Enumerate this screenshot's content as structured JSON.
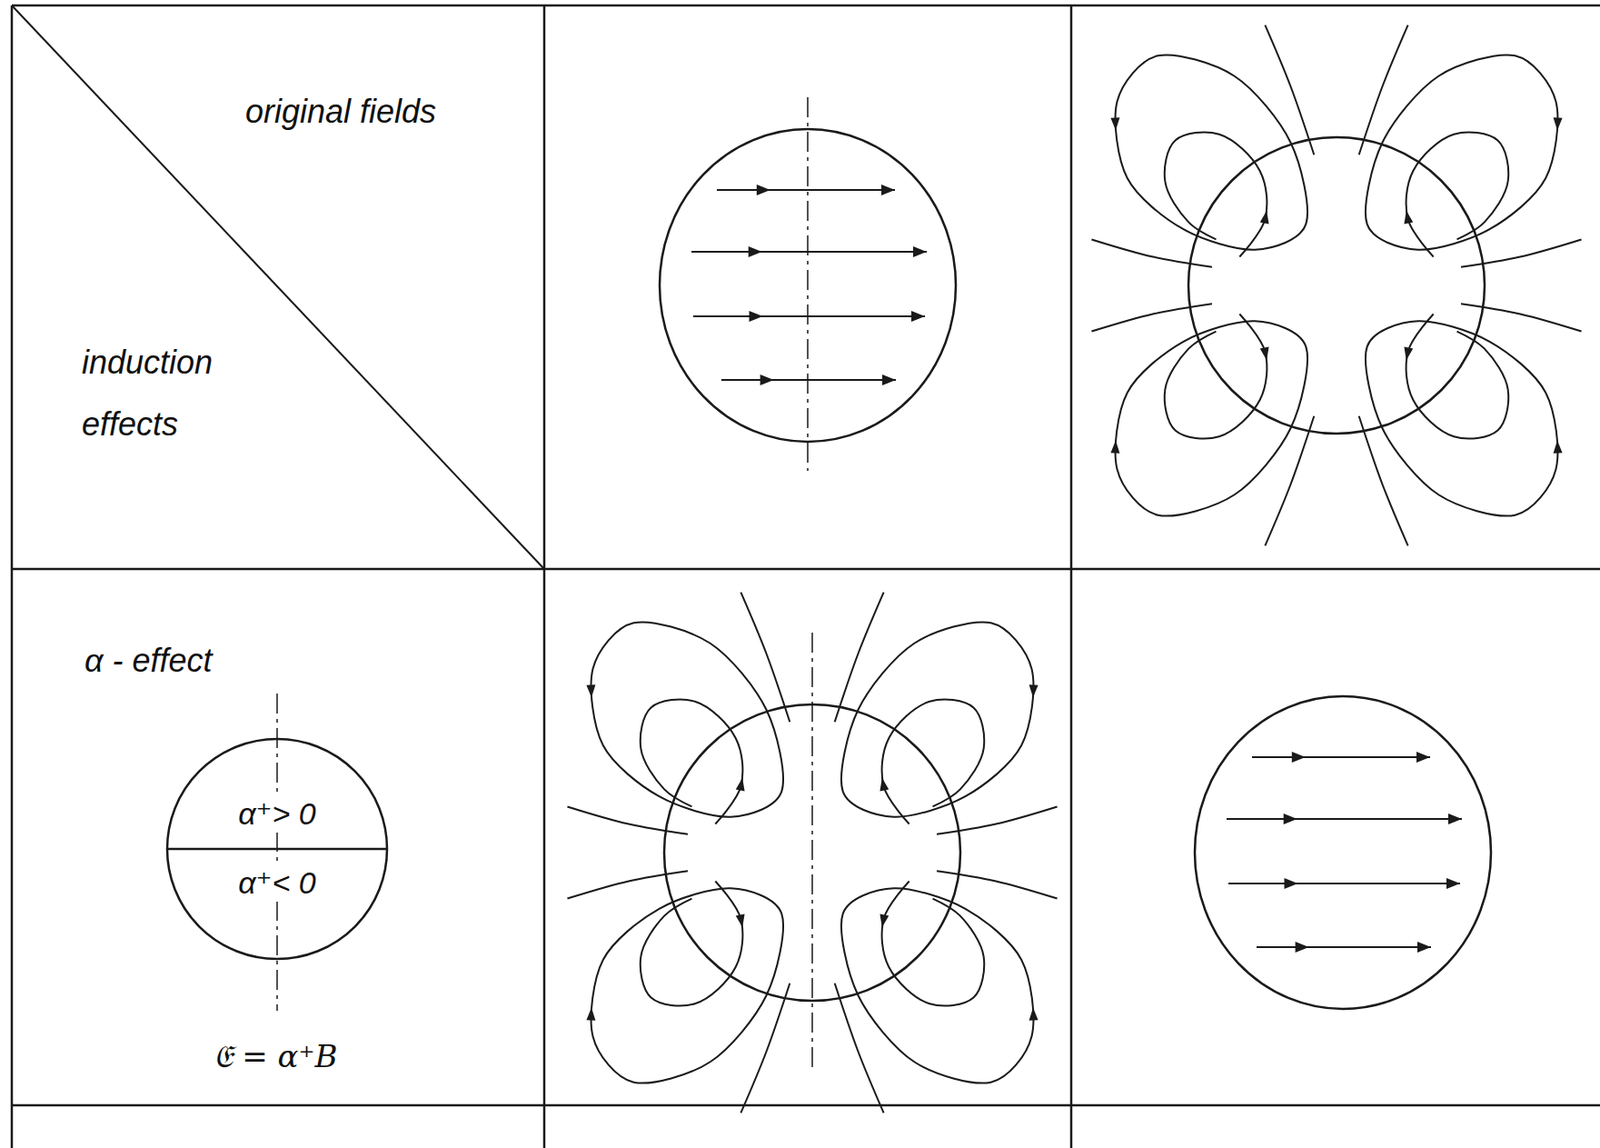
{
  "diagram": {
    "nodes": [
      {
        "text": [
          "original fields",
          "induction effects"
        ]
      },
      {
        "text": [
          "α - effect",
          "𝔈 = α⁺B"
        ]
      },
      {
        "text": [
          "α⁺> 0",
          "α⁺< 0"
        ],
        "in": 1
      }
    ]
  }
}
